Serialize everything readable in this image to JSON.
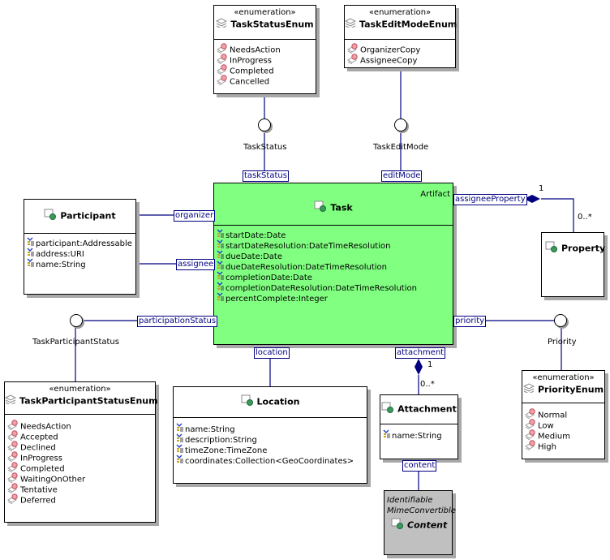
{
  "diagram": {
    "colors": {
      "task_fill": "#80ff80",
      "content_fill": "#c0c0c0",
      "connector": "#000080",
      "label_text": "#000080"
    },
    "classes": {
      "task": {
        "name": "Task",
        "stereotype_corner": "Artifact",
        "attributes": [
          "startDate:Date",
          "startDateResolution:DateTimeResolution",
          "dueDate:Date",
          "dueDateResolution:DateTimeResolution",
          "completionDate:Date",
          "completionDateResolution:DateTimeResolution",
          "percentComplete:Integer"
        ]
      },
      "participant": {
        "name": "Participant",
        "attributes": [
          "participant:Addressable",
          "address:URI",
          "name:String"
        ]
      },
      "location": {
        "name": "Location",
        "attributes": [
          "name:String",
          "description:String",
          "timeZone:TimeZone",
          "coordinates:Collection<GeoCoordinates>"
        ]
      },
      "attachment": {
        "name": "Attachment",
        "attributes": [
          "name:String"
        ]
      },
      "property": {
        "name": "Property"
      },
      "content": {
        "name": "Content",
        "interfaces": [
          "Identifiable",
          "MimeConvertible"
        ]
      }
    },
    "enumerations": {
      "task_status": {
        "stereotype": "«enumeration»",
        "name": "TaskStatusEnum",
        "literals": [
          "NeedsAction",
          "InProgress",
          "Completed",
          "Cancelled"
        ]
      },
      "task_edit_mode": {
        "stereotype": "«enumeration»",
        "name": "TaskEditModeEnum",
        "literals": [
          "OrganizerCopy",
          "AssigneeCopy"
        ]
      },
      "task_participant_status": {
        "stereotype": "«enumeration»",
        "name": "TaskParticipantStatusEnum",
        "literals": [
          "NeedsAction",
          "Accepted",
          "Declined",
          "InProgress",
          "Completed",
          "WaitingOnOther",
          "Tentative",
          "Deferred"
        ]
      },
      "priority": {
        "stereotype": "«enumeration»",
        "name": "PriorityEnum",
        "literals": [
          "Normal",
          "Low",
          "Medium",
          "High"
        ]
      }
    },
    "interfaces": {
      "task_status": "TaskStatus",
      "task_edit_mode": "TaskEditMode",
      "task_participant_status": "TaskParticipantStatus",
      "priority": "Priority"
    },
    "roles": {
      "task_status": "taskStatus",
      "edit_mode": "editMode",
      "organizer": "organizer",
      "assignee": "assignee",
      "participation_status": "participationStatus",
      "location": "location",
      "attachment": "attachment",
      "priority": "priority",
      "assignee_property": "assigneeProperty",
      "content": "content"
    },
    "multiplicities": {
      "assignee_property_owner": "1",
      "assignee_property_part": "0..*",
      "attachment_owner": "1",
      "attachment_part": "0..*"
    }
  }
}
